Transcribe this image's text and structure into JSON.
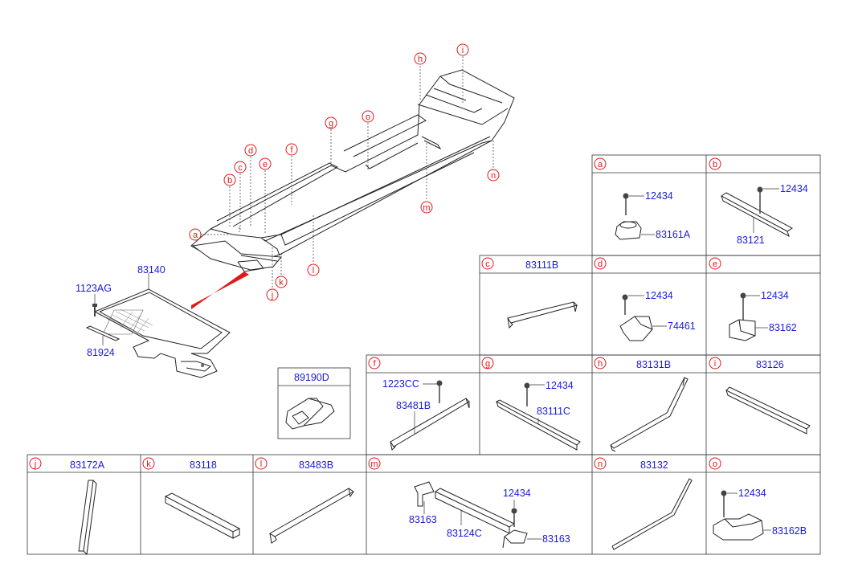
{
  "callouts": {
    "a": "a",
    "b": "b",
    "c": "c",
    "d": "d",
    "e": "e",
    "f": "f",
    "g": "g",
    "h": "h",
    "i": "i",
    "j": "j",
    "k": "k",
    "l": "l",
    "m": "m",
    "n": "n",
    "o": "o"
  },
  "main": {
    "mat": "83140",
    "bolt": "1123AG",
    "strip": "81924",
    "trim_label": "89190D"
  },
  "panels": {
    "a": {
      "letter": "a",
      "title": "",
      "parts": [
        "12434",
        "83161A"
      ]
    },
    "b": {
      "letter": "b",
      "title": "",
      "parts": [
        "12434",
        "83121"
      ]
    },
    "c": {
      "letter": "c",
      "title": "83111B",
      "parts": []
    },
    "d": {
      "letter": "d",
      "title": "",
      "parts": [
        "12434",
        "74461"
      ]
    },
    "e": {
      "letter": "e",
      "title": "",
      "parts": [
        "12434",
        "83162"
      ]
    },
    "f": {
      "letter": "f",
      "title": "",
      "parts": [
        "1223CC",
        "83481B"
      ]
    },
    "g": {
      "letter": "g",
      "title": "",
      "parts": [
        "12434",
        "83111C"
      ]
    },
    "h": {
      "letter": "h",
      "title": "83131B",
      "parts": []
    },
    "i": {
      "letter": "i",
      "title": "83126",
      "parts": []
    },
    "j": {
      "letter": "j",
      "title": "83172A",
      "parts": []
    },
    "k": {
      "letter": "k",
      "title": "83118",
      "parts": []
    },
    "l": {
      "letter": "l",
      "title": "83483B",
      "parts": []
    },
    "m": {
      "letter": "m",
      "title": "",
      "parts": [
        "83163",
        "83124C",
        "12434",
        "83163"
      ]
    },
    "n": {
      "letter": "n",
      "title": "83132",
      "parts": []
    },
    "o": {
      "letter": "o",
      "title": "",
      "parts": [
        "12434",
        "83162B"
      ]
    }
  }
}
